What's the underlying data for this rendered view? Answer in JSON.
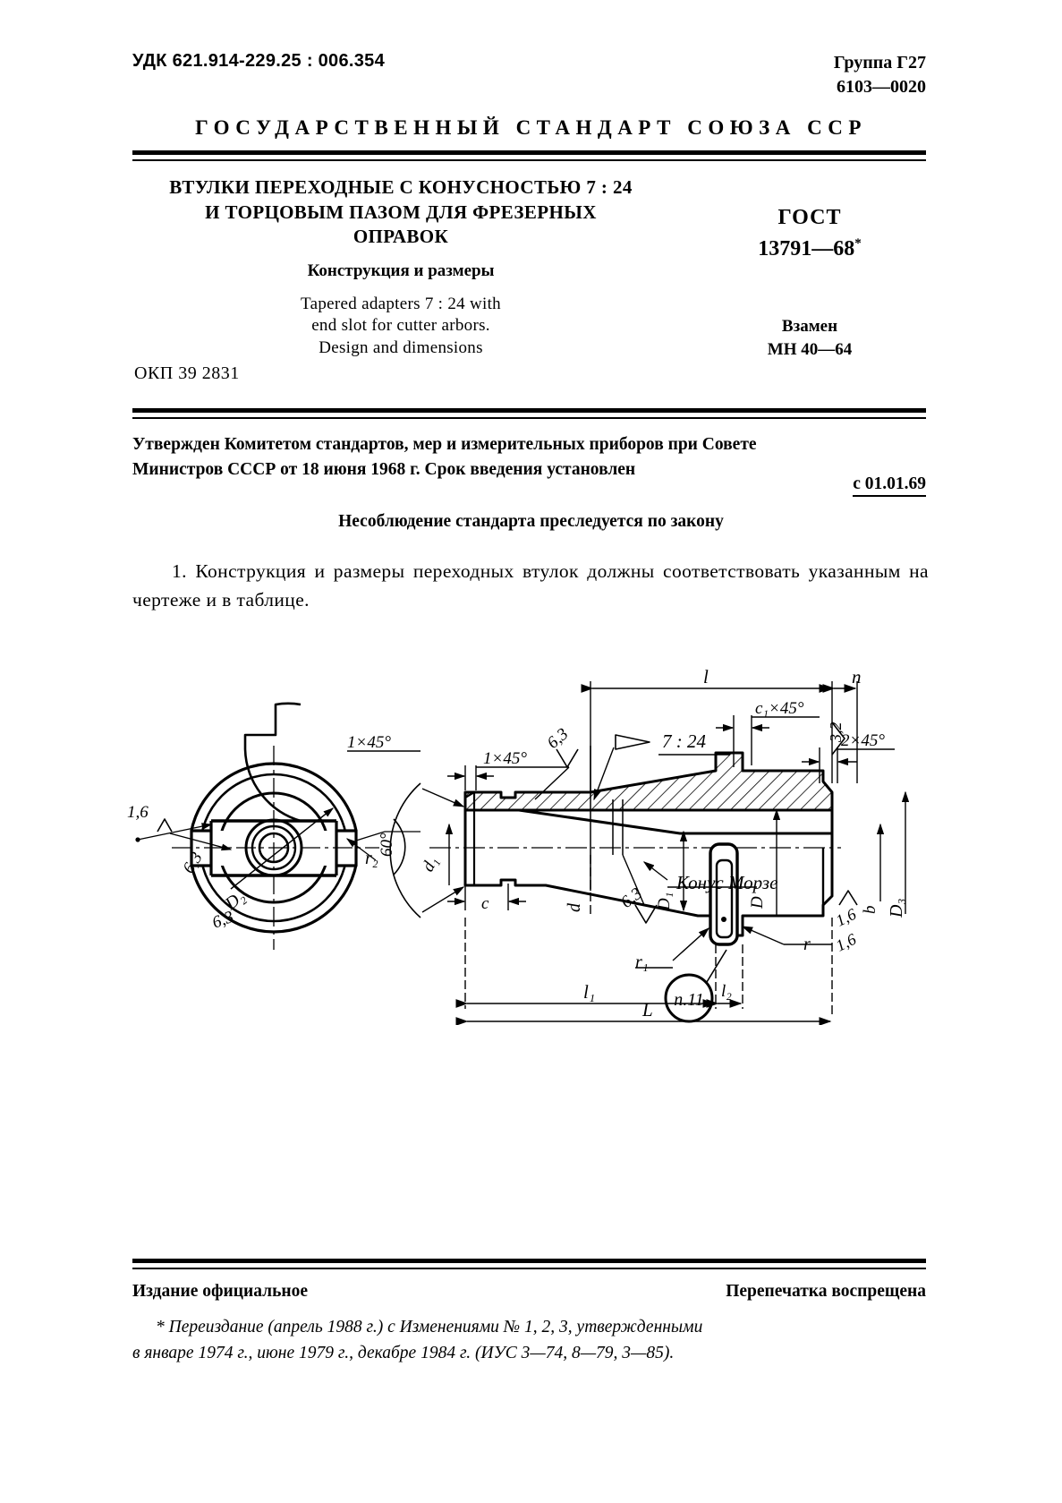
{
  "header": {
    "udk": "УДК 621.914-229.25 : 006.354",
    "group_label": "Группа Г27",
    "group_code": "6103—0020",
    "standard_banner": "ГОСУДАРСТВЕННЫЙ СТАНДАРТ СОЮЗА ССР"
  },
  "title": {
    "ru_line1": "ВТУЛКИ ПЕРЕХОДНЫЕ С КОНУСНОСТЬЮ 7 : 24",
    "ru_line2": "И ТОРЦОВЫМ ПАЗОМ ДЛЯ ФРЕЗЕРНЫХ",
    "ru_line3": "ОПРАВОК",
    "subtitle_ru": "Конструкция и размеры",
    "en_line1": "Tapered adapters 7 : 24 with",
    "en_line2": "end slot for cutter arbors.",
    "en_line3": "Design and dimensions"
  },
  "gost": {
    "label": "ГОСТ",
    "number": "13791—68",
    "asterisk": "*",
    "replaces_label": "Взамен",
    "replaces_value": "МН 40—64"
  },
  "okp": "ОКП 39 2831",
  "approval": {
    "line1": "Утвержден Комитетом стандартов, мер и измерительных приборов при Совете",
    "line2": "Министров СССР от 18 июня 1968 г. Срок введения установлен",
    "effective_from": "с 01.01.69",
    "warning": "Несоблюдение стандарта преследуется по закону"
  },
  "clause": {
    "text": "1. Конструкция и размеры переходных втулок должны соответствовать указанным на чертеже и в таблице."
  },
  "drawing": {
    "labels": {
      "ra_16_left": "1,6",
      "ra_63_left": "6,3",
      "chamfer_1x45_front": "1×45°",
      "d2": "D₂",
      "r2": "r₂",
      "angle_60": "60°",
      "ra_63_front_lower": "6,3",
      "chamfer_1x45_body": "1×45°",
      "ra_63_body": "6,3",
      "taper_7_24": "7 : 24",
      "dim_l": "l",
      "dim_n": "n",
      "c1_x45": "c₁×45°",
      "ra_32": "3,2",
      "chamfer_2x45": "2×45°",
      "ra_16_right_a": "1,6",
      "ra_16_right_b": "1,6",
      "dim_b": "b",
      "dim_D3": "D₃",
      "dim_D": "D",
      "morse": "Конус Морзе",
      "dim_D1": "D₁",
      "dim_d1": "d₁",
      "dim_c": "c",
      "dim_d": "d",
      "ra_63_mid": "6,3",
      "r1": "r₁",
      "r": "r",
      "note_callout": "п.11",
      "dim_l1": "l₁",
      "dim_l2": "l₂",
      "dim_L": "L"
    }
  },
  "footer": {
    "official": "Издание официальное",
    "reprint": "Перепечатка воспрещена",
    "note_line1": "* Переиздание (апрель 1988 г.) с Изменениями № 1, 2, 3, утвержденными",
    "note_line2": "в январе 1974 г., июне 1979 г., декабре 1984 г. (ИУС 3—74, 8—79, 3—85)."
  }
}
